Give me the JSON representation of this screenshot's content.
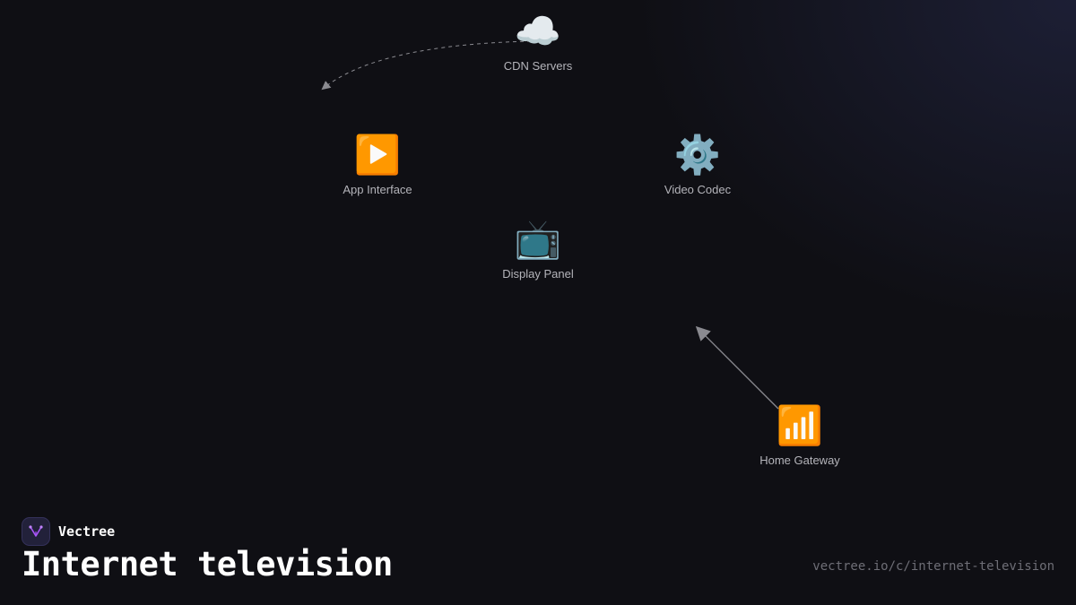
{
  "diagram": {
    "nodes": [
      {
        "id": "cdn",
        "label": "CDN Servers",
        "icon": "cloud-icon",
        "glyph": "☁️"
      },
      {
        "id": "app",
        "label": "App Interface",
        "icon": "play-button-icon",
        "glyph": "▶️"
      },
      {
        "id": "codec",
        "label": "Video Codec",
        "icon": "gear-icon",
        "glyph": "⚙️"
      },
      {
        "id": "display",
        "label": "Display Panel",
        "icon": "television-icon",
        "glyph": "📺"
      },
      {
        "id": "gateway",
        "label": "Home Gateway",
        "icon": "signal-bars-icon",
        "glyph": "📶"
      }
    ],
    "edges": [
      {
        "from": "cdn",
        "to": "app",
        "style": "dashed"
      },
      {
        "from": "gateway",
        "to": "display",
        "style": "solid"
      }
    ]
  },
  "brand": {
    "name": "Vectree",
    "logo_icon": "vectree-logo-icon",
    "accent": "#a855f7"
  },
  "title": "Internet television",
  "url": "vectree.io/c/internet-television",
  "colors": {
    "background": "#0f0f14",
    "connector": "#8a8a90",
    "label": "#b4b4ba"
  }
}
